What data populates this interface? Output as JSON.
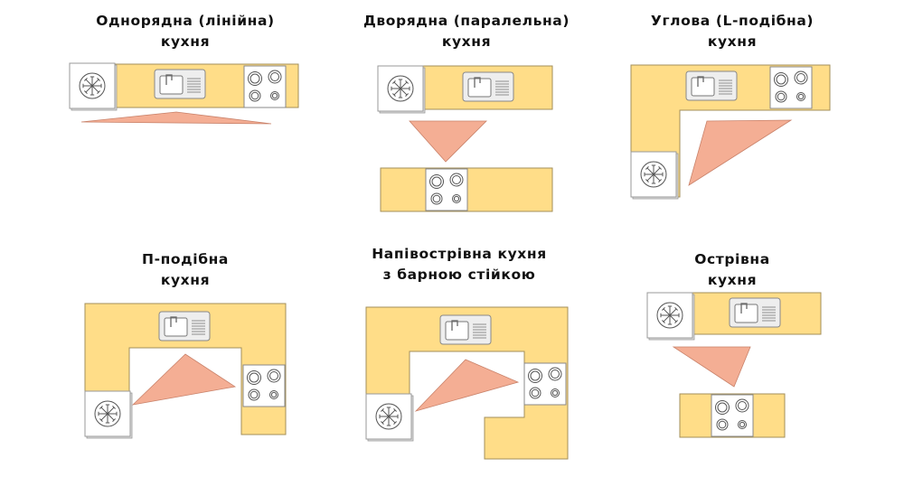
{
  "layouts": [
    {
      "id": "single-row",
      "title_line1": "Однорядна (лінійна)",
      "title_line2": "кухня"
    },
    {
      "id": "parallel",
      "title_line1": "Дворядна (паралельна)",
      "title_line2": "кухня"
    },
    {
      "id": "l-shaped",
      "title_line1": "Углова (L-подібна)",
      "title_line2": "кухня"
    },
    {
      "id": "u-shaped",
      "title_line1": "П-подібна",
      "title_line2": "кухня"
    },
    {
      "id": "peninsula",
      "title_line1": "Напівострівна кухня",
      "title_line2": "з барною стійкою"
    },
    {
      "id": "island",
      "title_line1": "Острівна",
      "title_line2": "кухня"
    }
  ],
  "colors": {
    "counter": "#ffdd88",
    "work_triangle": "#f4ae94",
    "appliance_outline": "#555555"
  },
  "icons": [
    "fridge-icon",
    "sink-icon",
    "stove-icon",
    "work-triangle"
  ]
}
